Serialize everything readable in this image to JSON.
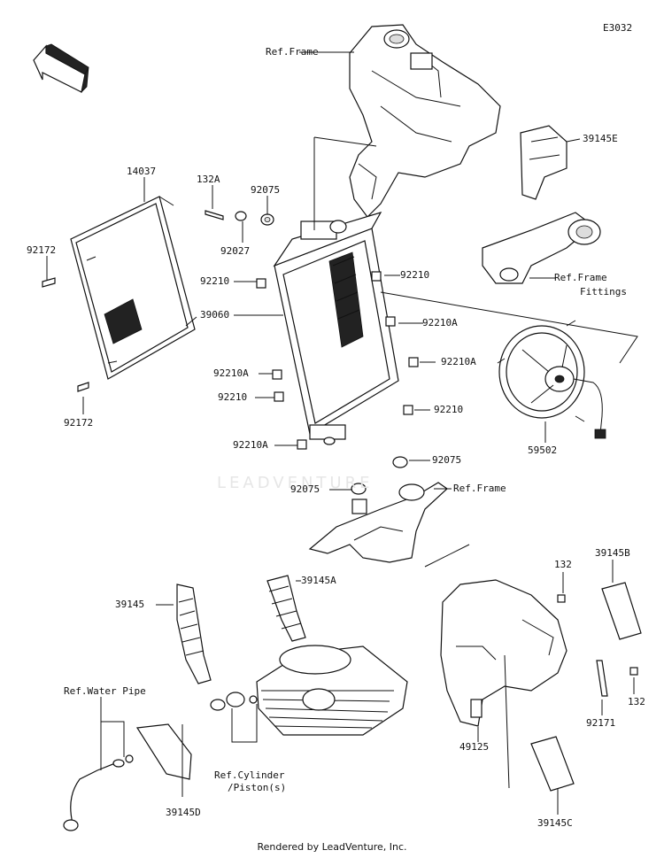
{
  "diagram_code": "E3032",
  "front_badge": "FRONT",
  "watermark": "LEADVENTURE",
  "footer": "Rendered by LeadVenture, Inc.",
  "labels": {
    "ref_frame_top": "Ref.Frame",
    "p39145E": "39145E",
    "p14037": "14037",
    "p132A": "132A",
    "p92075_top": "92075",
    "p92172_top": "92172",
    "p92027": "92027",
    "p92210_a": "92210",
    "p92210_b": "92210",
    "ref_frame_fittings_1": "Ref.Frame",
    "ref_frame_fittings_2": "Fittings",
    "p39060": "39060",
    "p92210A_a": "92210A",
    "p92210A_b": "92210A",
    "p92210A_c": "92210A",
    "p92210_c": "92210",
    "p92172_bottom": "92172",
    "p92210_d": "92210",
    "p92210A_d": "92210A",
    "p59502": "59502",
    "p92075_mid": "92075",
    "p92075_low": "92075",
    "ref_frame_mid": "Ref.Frame",
    "p132_top": "132",
    "p39145B": "39145B",
    "p39145A": "39145A",
    "p39145": "39145",
    "ref_water_pipe": "Ref.Water Pipe",
    "p132_right": "132",
    "p92171": "92171",
    "p49125": "49125",
    "ref_cyl_1": "Ref.Cylinder",
    "ref_cyl_2": "/Piston(s)",
    "p39145D": "39145D",
    "p39145C": "39145C"
  }
}
